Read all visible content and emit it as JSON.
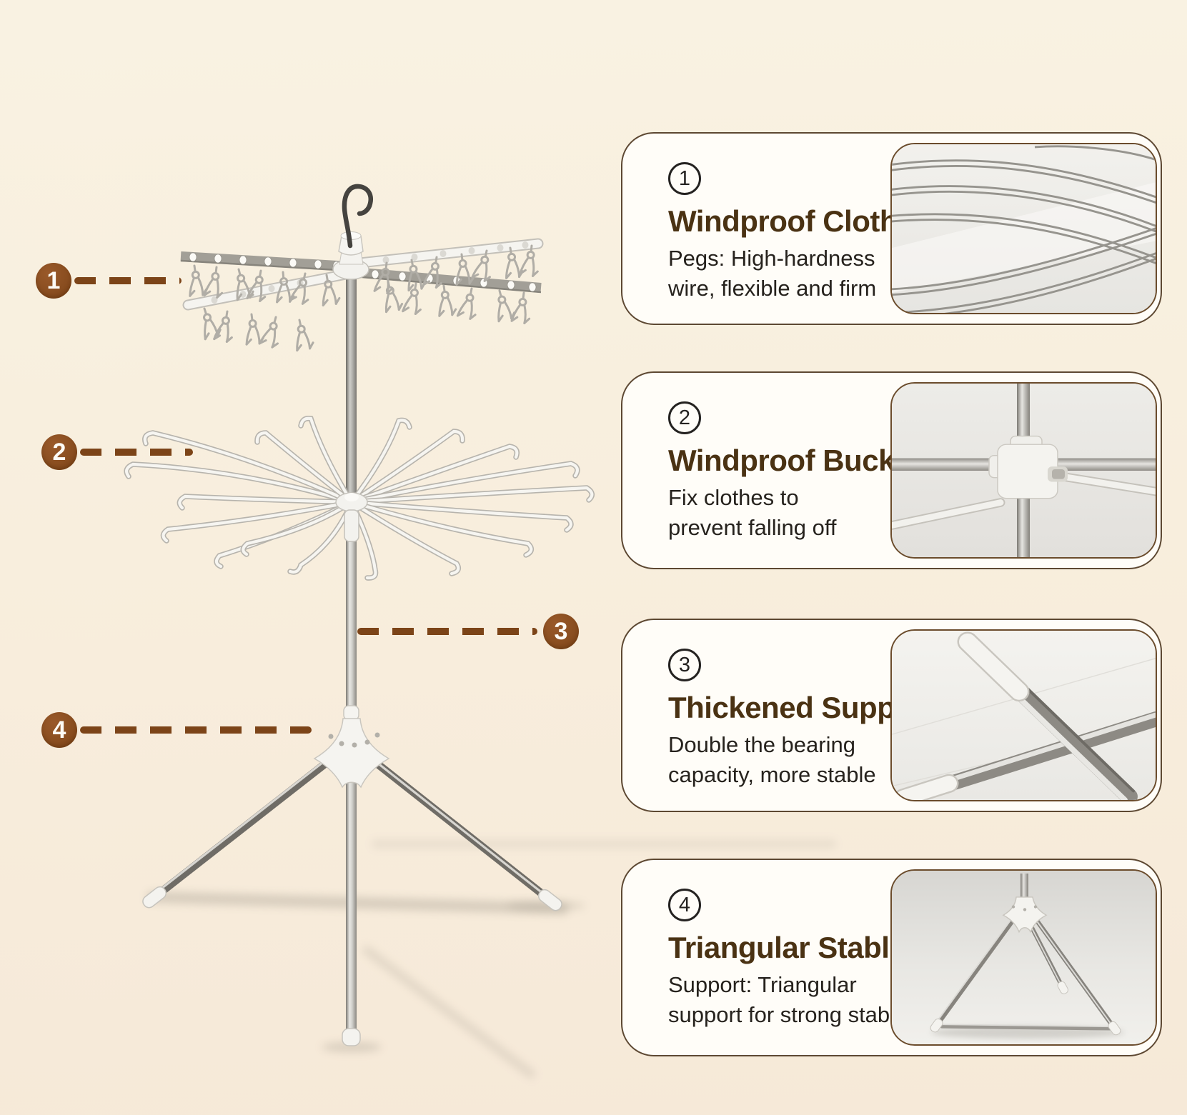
{
  "page": {
    "background_top": "#f9f2e2",
    "background_bottom": "#f6e9d8",
    "accent_brown": "#8a4e20",
    "dash_brown": "#7c4418",
    "card_border": "#5d4832",
    "title_color": "#4a3213",
    "desc_color": "#26221d"
  },
  "callouts": [
    {
      "number": "1"
    },
    {
      "number": "2"
    },
    {
      "number": "3"
    },
    {
      "number": "4"
    }
  ],
  "cards": [
    {
      "number": "1",
      "title": "Windproof Clothes",
      "desc": [
        "Pegs: High-hardness",
        "wire, flexible and firm"
      ]
    },
    {
      "number": "2",
      "title": "Windproof Buckle:",
      "desc": [
        "Fix clothes to",
        "prevent falling off"
      ]
    },
    {
      "number": "3",
      "title": "Thickened Support:",
      "desc": [
        "Double the bearing",
        "capacity, more stable"
      ]
    },
    {
      "number": "4",
      "title": "Triangular Stable",
      "desc": [
        "Support: Triangular",
        "support for strong stability"
      ]
    }
  ]
}
